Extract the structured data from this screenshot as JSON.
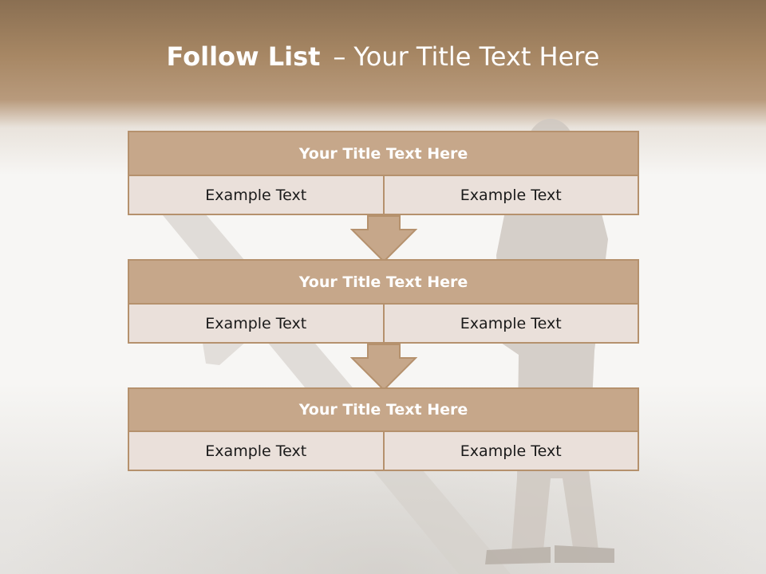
{
  "slide": {
    "title_bold": "Follow List",
    "title_separator": "–",
    "title_rest": "Your Title Text Here"
  },
  "blocks": [
    {
      "header": "Your Title Text Here",
      "cells": [
        "Example Text",
        "Example Text"
      ]
    },
    {
      "header": "Your Title Text Here",
      "cells": [
        "Example Text",
        "Example Text"
      ]
    },
    {
      "header": "Your Title Text Here",
      "cells": [
        "Example Text",
        "Example Text"
      ]
    }
  ],
  "colors": {
    "header_fill": "#c6a78a",
    "cell_fill": "#eae0da",
    "border": "#b5916d",
    "banner": "#a78764"
  },
  "icons": [
    "down-arrow-icon",
    "down-arrow-icon"
  ]
}
